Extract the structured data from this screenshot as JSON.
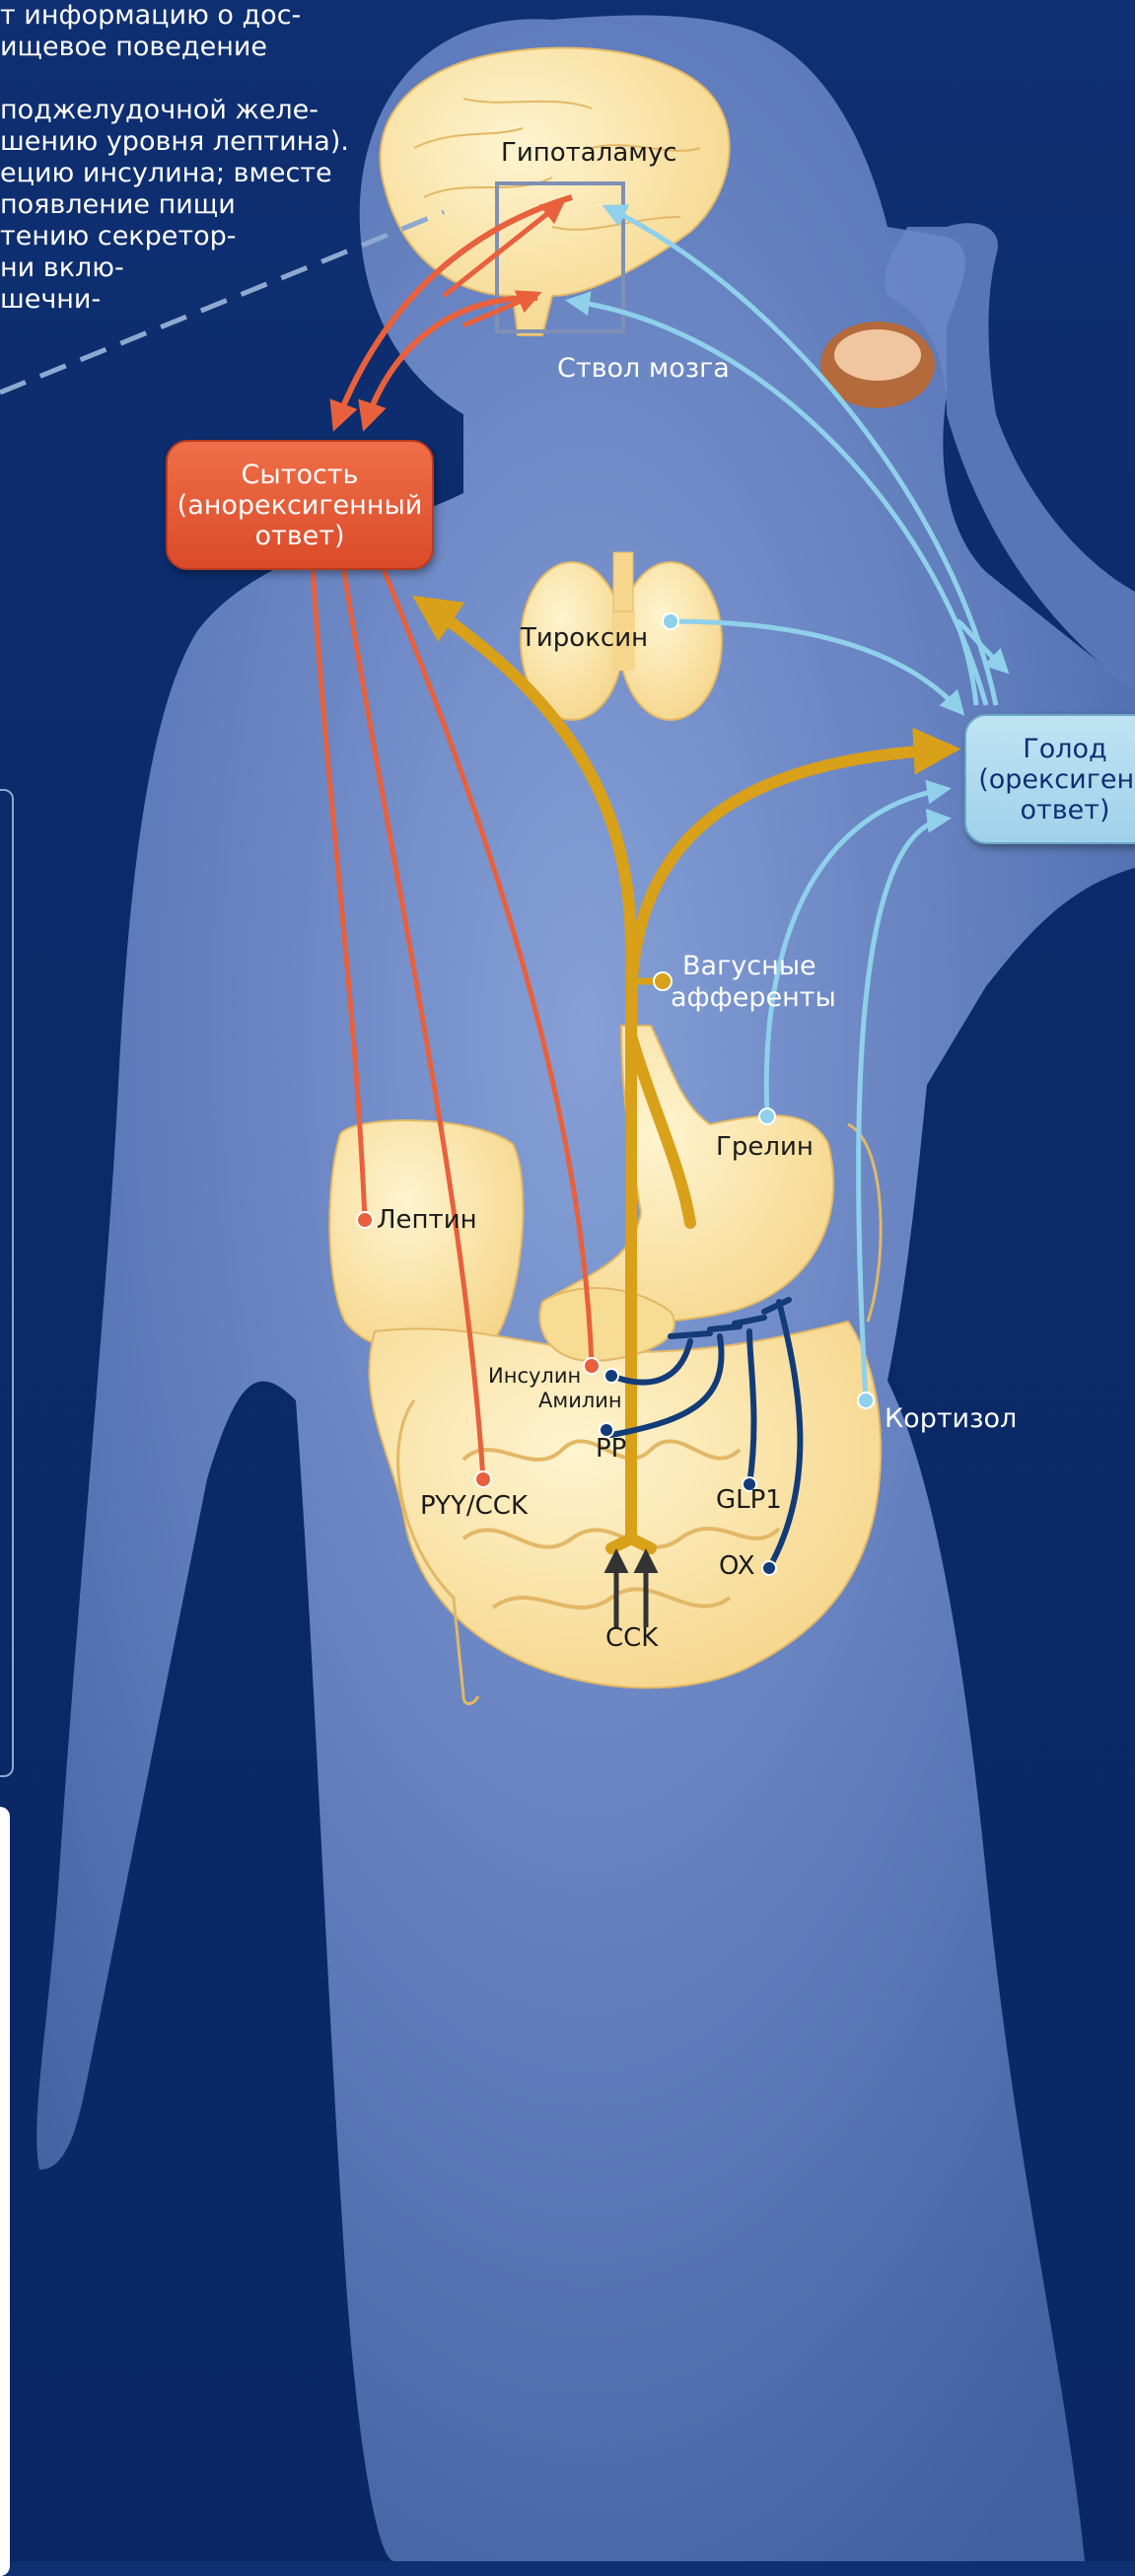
{
  "intro_text_lines": [
    "т информацию о дос-",
    "ищевое поведение",
    "",
    "поджелудочной желе-",
    "шению уровня лептина).",
    "ецию инсулина; вместе",
    "появление пищи",
    "тению секретор-",
    "ни вклю-",
    "шечни-"
  ],
  "nodes": {
    "satiety": [
      "Сытость",
      "(анорексигенный",
      "ответ)"
    ],
    "hunger": [
      "Голод",
      "(орексигенн",
      "ответ)"
    ]
  },
  "labels": {
    "hypothalamus": "Гипоталамус",
    "brainstem": "Ствол мозга",
    "thyroxine": "Тироксин",
    "vagal": [
      "Вагусные",
      "афференты"
    ],
    "ghrelin": "Грелин",
    "leptin": "Лептин",
    "insulin": "Инсулин",
    "amylin": "Амилин",
    "pp": "PP",
    "cortisol": "Кортизол",
    "pyy_cck": "PYY/CCK",
    "glp1": "GLP1",
    "ox": "OX",
    "cck": "CCK"
  },
  "colors": {
    "background": "#0b2a68",
    "body": "#6a86c6",
    "organ": "#fbe3a4",
    "organ_outline": "#e2b866",
    "satiety_arrow": "#e8603c",
    "hunger_arrow": "#8fd0ea",
    "vagal_nerve": "#d9a019",
    "efferent_nerve": "#123b78"
  }
}
